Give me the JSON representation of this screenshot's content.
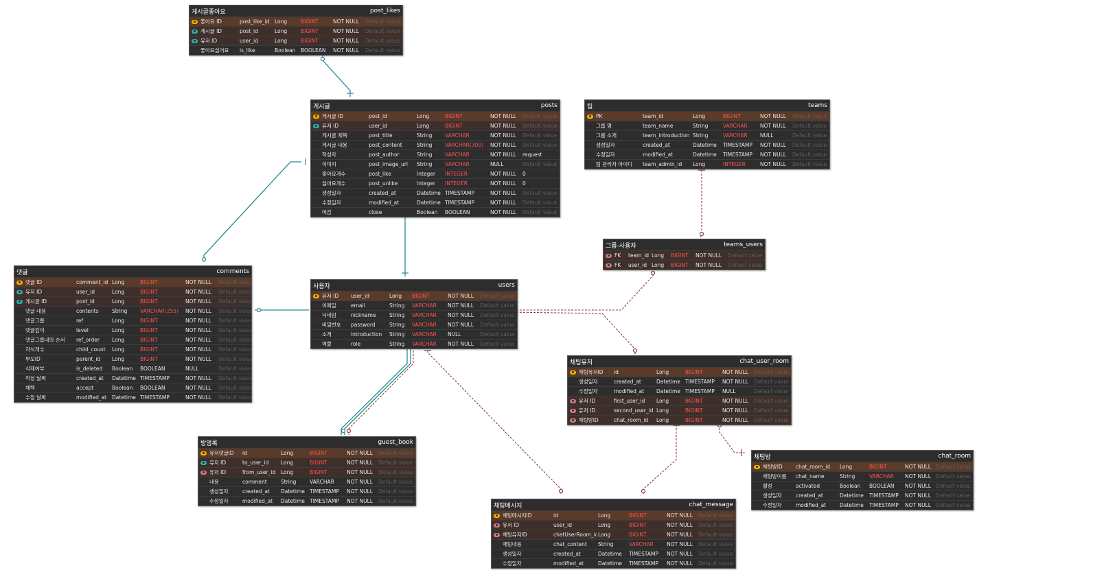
{
  "tables": [
    {
      "id": "post_likes",
      "title": "게시글좋아요",
      "name": "post_likes",
      "rows": [
        [
          "pk",
          "좋아요 ID",
          "post_like_id",
          "Long",
          "BIGINT",
          "NOT NULL",
          "Default value"
        ],
        [
          "fk",
          "게시글 ID",
          "post_id",
          "Long",
          "BIGINT",
          "NOT NULL",
          "Default value"
        ],
        [
          "fk",
          "유저 ID",
          "user_id",
          "Long",
          "BIGINT",
          "NOT NULL",
          "Default value"
        ],
        [
          "",
          "좋아요싫어요",
          "is_like",
          "Boolean",
          "BOOLEAN",
          "NOT NULL",
          "Default value"
        ]
      ]
    },
    {
      "id": "posts",
      "title": "게시글",
      "name": "posts",
      "rows": [
        [
          "pk",
          "게시글 ID",
          "post_id",
          "Long",
          "BIGINT",
          "NOT NULL",
          "Default value"
        ],
        [
          "fk",
          "유저 ID",
          "user_id",
          "Long",
          "BIGINT",
          "NOT NULL",
          "Default value"
        ],
        [
          "",
          "게시글 제목",
          "post_title",
          "String",
          "VARCHAR",
          "NOT NULL",
          "Default value"
        ],
        [
          "",
          "게시글 내용",
          "post_content",
          "String",
          "VARCHAR(300)",
          "NOT NULL",
          "Default value"
        ],
        [
          "",
          "작성자",
          "post_author",
          "String",
          "VARCHAR",
          "NOT NULL",
          "request"
        ],
        [
          "",
          "이미지",
          "post_image_url",
          "String",
          "VARCHAR",
          "NULL",
          "Default value"
        ],
        [
          "",
          "좋아요개수",
          "post_like",
          "Integer",
          "INTEGER",
          "NOT NULL",
          "0"
        ],
        [
          "",
          "싫어요개수",
          "post_unlike",
          "Integer",
          "INTEGER",
          "NOT NULL",
          "0"
        ],
        [
          "",
          "생성일자",
          "created_at",
          "Datetime",
          "TIMESTAMP",
          "NOT NULL",
          "Default value"
        ],
        [
          "",
          "수정일자",
          "modified_at",
          "Datetime",
          "TIMESTAMP",
          "NOT NULL",
          "Default value"
        ],
        [
          "",
          "마감",
          "close",
          "Boolean",
          "BOOLEAN",
          "NOT NULL",
          "Default value"
        ]
      ]
    },
    {
      "id": "teams",
      "title": "팀",
      "name": "teams",
      "rows": [
        [
          "pk",
          "PK",
          "team_id",
          "Long",
          "BIGINT",
          "NOT NULL",
          "Default value"
        ],
        [
          "",
          "그룹 명",
          "team_name",
          "String",
          "VARCHAR",
          "NOT NULL",
          "Default value"
        ],
        [
          "",
          "그룹 소개",
          "team_introduction",
          "String",
          "VARCHAR",
          "NULL",
          "Default value"
        ],
        [
          "",
          "생성일자",
          "created_at",
          "Datetime",
          "TIMESTAMP",
          "NOT NULL",
          "Default value"
        ],
        [
          "",
          "수정일자",
          "modified_at",
          "Datetime",
          "TIMESTAMP",
          "NOT NULL",
          "Default value"
        ],
        [
          "",
          "팀 관리자 아이디",
          "team_admin_id",
          "Long",
          "INTEGER",
          "NOT NULL",
          "Default value"
        ]
      ]
    },
    {
      "id": "teams_users",
      "title": "그룹-사용자",
      "name": "teams_users",
      "rows": [
        [
          "fkr",
          "FK",
          "team_id",
          "Long",
          "BIGINT",
          "NOT NULL",
          "Default value"
        ],
        [
          "fkr",
          "FK",
          "user_id",
          "Long",
          "BIGINT",
          "NOT NULL",
          "Default value"
        ]
      ]
    },
    {
      "id": "comments",
      "title": "댓글",
      "name": "comments",
      "rows": [
        [
          "pk",
          "댓글 ID",
          "comment_id",
          "Long",
          "BIGINT",
          "NOT NULL",
          "Default value"
        ],
        [
          "fk",
          "유저 ID",
          "user_id",
          "Long",
          "BIGINT",
          "NOT NULL",
          "Default value"
        ],
        [
          "fk",
          "게시글 ID",
          "post_id",
          "Long",
          "BIGINT",
          "NOT NULL",
          "Default value"
        ],
        [
          "",
          "댓글 내용",
          "contents",
          "String",
          "VARCHAR(255)",
          "NOT NULL",
          "Default value"
        ],
        [
          "",
          "댓글그룹",
          "ref",
          "Long",
          "BIGINT",
          "NOT NULL",
          "Default value"
        ],
        [
          "",
          "댓글깊이",
          "level",
          "Long",
          "BIGINT",
          "NOT NULL",
          "Default value"
        ],
        [
          "",
          "댓글그룹내의 순서",
          "ref_order",
          "Long",
          "BIGINT",
          "NOT NULL",
          "Default value"
        ],
        [
          "",
          "자식개수",
          "child_count",
          "Long",
          "BIGINT",
          "NOT NULL",
          "Default value"
        ],
        [
          "",
          "부모ID",
          "parent_id",
          "Long",
          "BIGINT",
          "NOT NULL",
          "Default value"
        ],
        [
          "",
          "삭제여부",
          "is_deleted",
          "Boolean",
          "BOOLEAN",
          "NULL",
          "Default value"
        ],
        [
          "",
          "작성 날짜",
          "created_at",
          "Datetime",
          "TIMESTAMP",
          "NOT NULL",
          "Default value"
        ],
        [
          "",
          "채택",
          "accept",
          "Boolean",
          "BOOLEAN",
          "NOT NULL",
          "Default value"
        ],
        [
          "",
          "수정 날짜",
          "modified_at",
          "Datetime",
          "TIMESTAMP",
          "NOT NULL",
          "Default value"
        ]
      ]
    },
    {
      "id": "users",
      "title": "사용자",
      "name": "users",
      "rows": [
        [
          "pk",
          "유저 ID",
          "user_id",
          "Long",
          "BIGINT",
          "NOT NULL",
          "Default value"
        ],
        [
          "",
          "이메일",
          "email",
          "String",
          "VARCHAR",
          "NOT NULL",
          "Default value"
        ],
        [
          "",
          "닉네임",
          "nickname",
          "String",
          "VARCHAR",
          "NOT NULL",
          "Default value"
        ],
        [
          "",
          "비밀번호",
          "password",
          "String",
          "VARCHAR",
          "NOT NULL",
          "Default value"
        ],
        [
          "",
          "소개",
          "introduction",
          "String",
          "VARCHAR",
          "NULL",
          "Default value"
        ],
        [
          "",
          "역할",
          "role",
          "String",
          "VARCHAR",
          "NOT NULL",
          "Default value"
        ]
      ]
    },
    {
      "id": "chat_user_room",
      "title": "채팅유저",
      "name": "chat_user_room",
      "rows": [
        [
          "pk",
          "채팅유저ID",
          "id",
          "Long",
          "BIGINT",
          "NOT NULL",
          "Default value"
        ],
        [
          "",
          "생성일자",
          "created_at",
          "Datetime",
          "TIMESTAMP",
          "NOT NULL",
          "Default value"
        ],
        [
          "",
          "수정일자",
          "modified_at",
          "Datetime",
          "TIMESTAMP",
          "NULL",
          "Default value"
        ],
        [
          "fkr",
          "유저 ID",
          "first_user_id",
          "Long",
          "BIGINT",
          "NOT NULL",
          "Default value"
        ],
        [
          "fkr",
          "유저 ID",
          "second_user_id",
          "Long",
          "BIGINT",
          "NOT NULL",
          "Default value"
        ],
        [
          "fkr",
          "채팅방ID",
          "chat_room_id",
          "Long",
          "BIGINT",
          "NOT NULL",
          "Default value"
        ]
      ]
    },
    {
      "id": "guest_book",
      "title": "방명록",
      "name": "guest_book",
      "rows": [
        [
          "pk",
          "유저댓글ID",
          "id",
          "Long",
          "BIGINT",
          "NOT NULL",
          "Default value"
        ],
        [
          "fk",
          "유저 ID",
          "to_user_id",
          "Long",
          "BIGINT",
          "NOT NULL",
          "Default value"
        ],
        [
          "fkr",
          "유저 ID",
          "from_user_id",
          "Long",
          "BIGINT",
          "NOT NULL",
          "Default value"
        ],
        [
          "",
          "내용",
          "comment",
          "String",
          "VARCHAR",
          "NOT NULL",
          "Default value"
        ],
        [
          "",
          "생성일자",
          "created_at",
          "Datetime",
          "TIMESTAMP",
          "NOT NULL",
          "Default value"
        ],
        [
          "",
          "수정일자",
          "modified_at",
          "Datetime",
          "TIMESTAMP",
          "NOT NULL",
          "Default value"
        ]
      ]
    },
    {
      "id": "chat_room",
      "title": "채팅방",
      "name": "chat_room",
      "rows": [
        [
          "pk",
          "채팅방ID",
          "chat_room_id",
          "Long",
          "BIGINT",
          "NOT NULL",
          "Default value"
        ],
        [
          "",
          "채팅방이름",
          "chat_name",
          "String",
          "VARCHAR",
          "NOT NULL",
          "Default value"
        ],
        [
          "",
          "활성",
          "activated",
          "Boolean",
          "BOOLEAN",
          "NOT NULL",
          "Default value"
        ],
        [
          "",
          "생성일자",
          "created_at",
          "Datetime",
          "TIMESTAMP",
          "NOT NULL",
          "Default value"
        ],
        [
          "",
          "수정일자",
          "modified_at",
          "Datetime",
          "TIMESTAMP",
          "NOT NULL",
          "Default value"
        ]
      ]
    },
    {
      "id": "chat_message",
      "title": "채팅메시지",
      "name": "chat_message",
      "rows": [
        [
          "pk",
          "채팅메시지ID",
          "id",
          "Long",
          "BIGINT",
          "NOT NULL",
          "Default value"
        ],
        [
          "fkr",
          "유저 ID",
          "user_id",
          "Long",
          "BIGINT",
          "NOT NULL",
          "Default value"
        ],
        [
          "fkr",
          "채팅유저ID",
          "chatUserRoom_id",
          "Long",
          "BIGINT",
          "NOT NULL",
          "Default value"
        ],
        [
          "",
          "채팅내용",
          "chat_content",
          "String",
          "VARCHAR",
          "NOT NULL",
          "Default value"
        ],
        [
          "",
          "생성일자",
          "created_at",
          "Datetime",
          "TIMESTAMP",
          "NOT NULL",
          "Default value"
        ],
        [
          "",
          "수정일자",
          "modified_at",
          "Datetime",
          "TIMESTAMP",
          "NOT NULL",
          "Default value"
        ]
      ]
    }
  ],
  "colors": {
    "teal_link": "#2a8a94",
    "dashed_link": "#8b3a44",
    "table_bg": "#2d2d2d",
    "key_row": "#5a3a28",
    "type_text": "#ff5252"
  }
}
